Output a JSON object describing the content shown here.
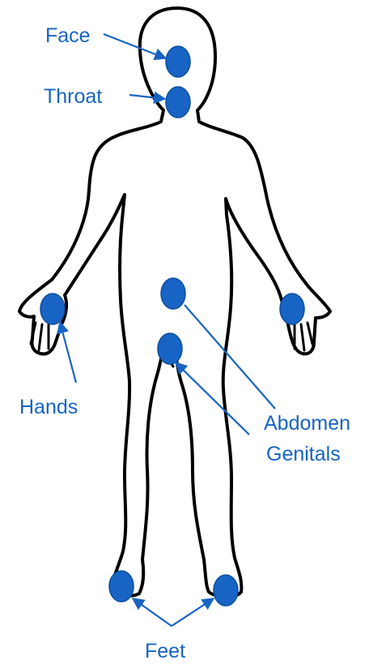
{
  "labels": {
    "face": "Face",
    "throat": "Throat",
    "hands": "Hands",
    "abdomen": "Abdomen",
    "genitals": "Genitals",
    "feet": "Feet"
  },
  "colors": {
    "marker": "#1764c4",
    "marker_stroke": "#0b4d9e",
    "label": "#1764c4",
    "arrow": "#1764c4",
    "outline": "#000000"
  }
}
